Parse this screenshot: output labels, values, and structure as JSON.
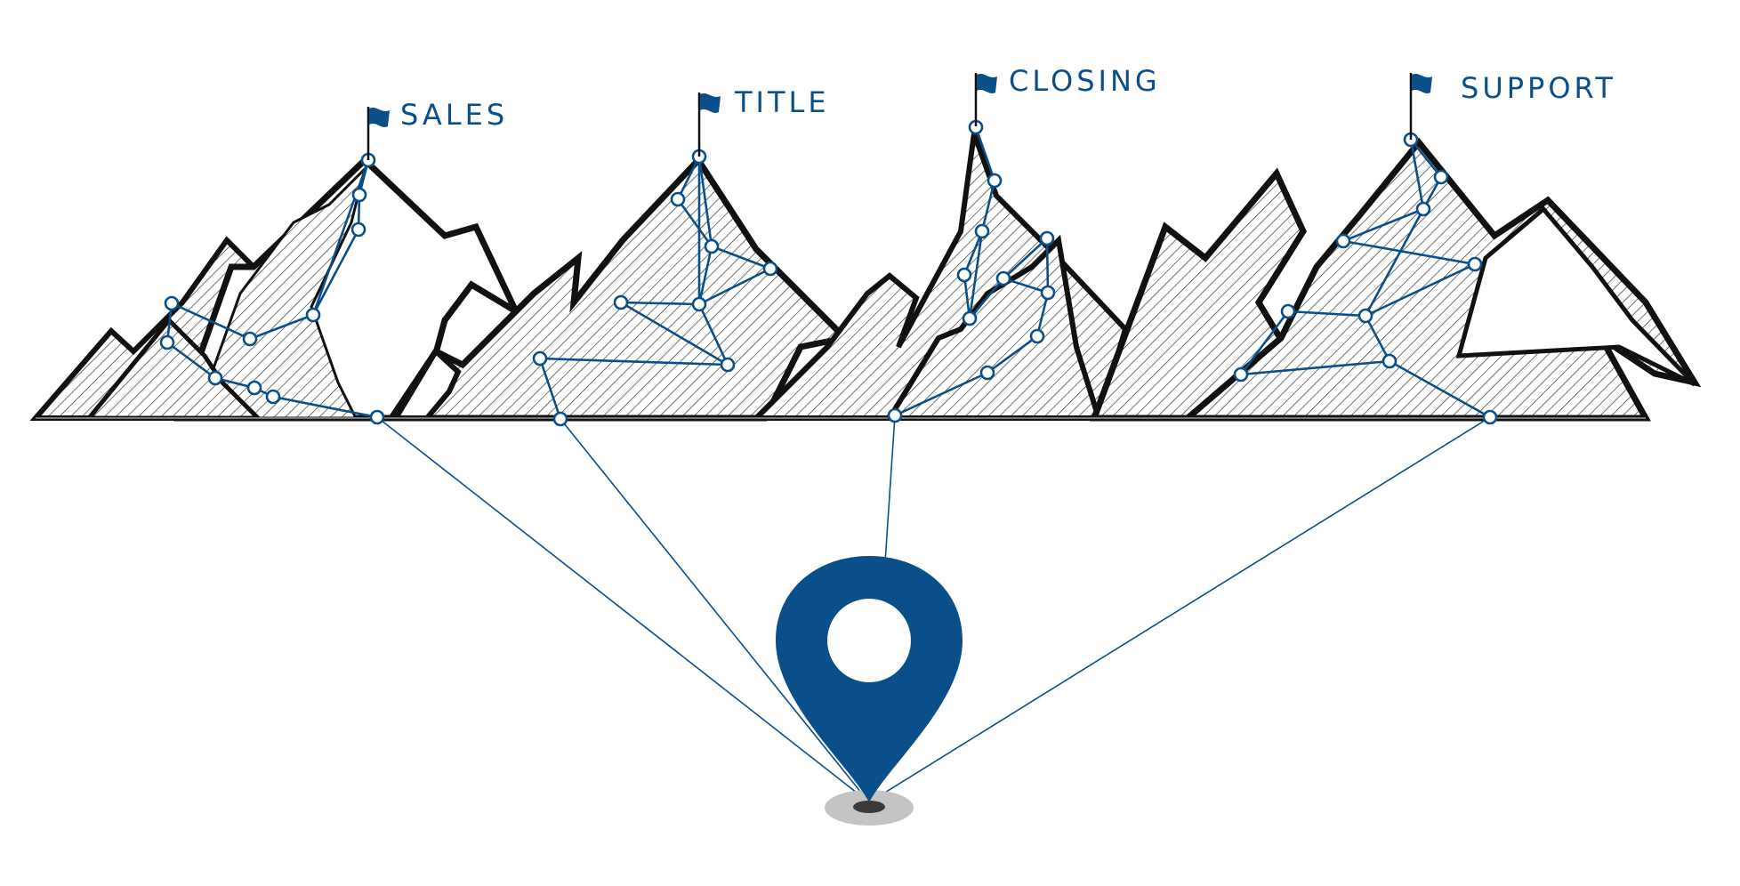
{
  "colors": {
    "accent": "#0b4f8a",
    "ink": "#111111",
    "shadow": "#c4c4c4",
    "shadow_core": "#3a3a3a"
  },
  "icons": {
    "peak_marker": "flag-icon",
    "destination": "map-pin-icon"
  },
  "peaks": [
    {
      "label": "SALES"
    },
    {
      "label": "TITLE"
    },
    {
      "label": "CLOSING"
    },
    {
      "label": "SUPPORT"
    }
  ]
}
